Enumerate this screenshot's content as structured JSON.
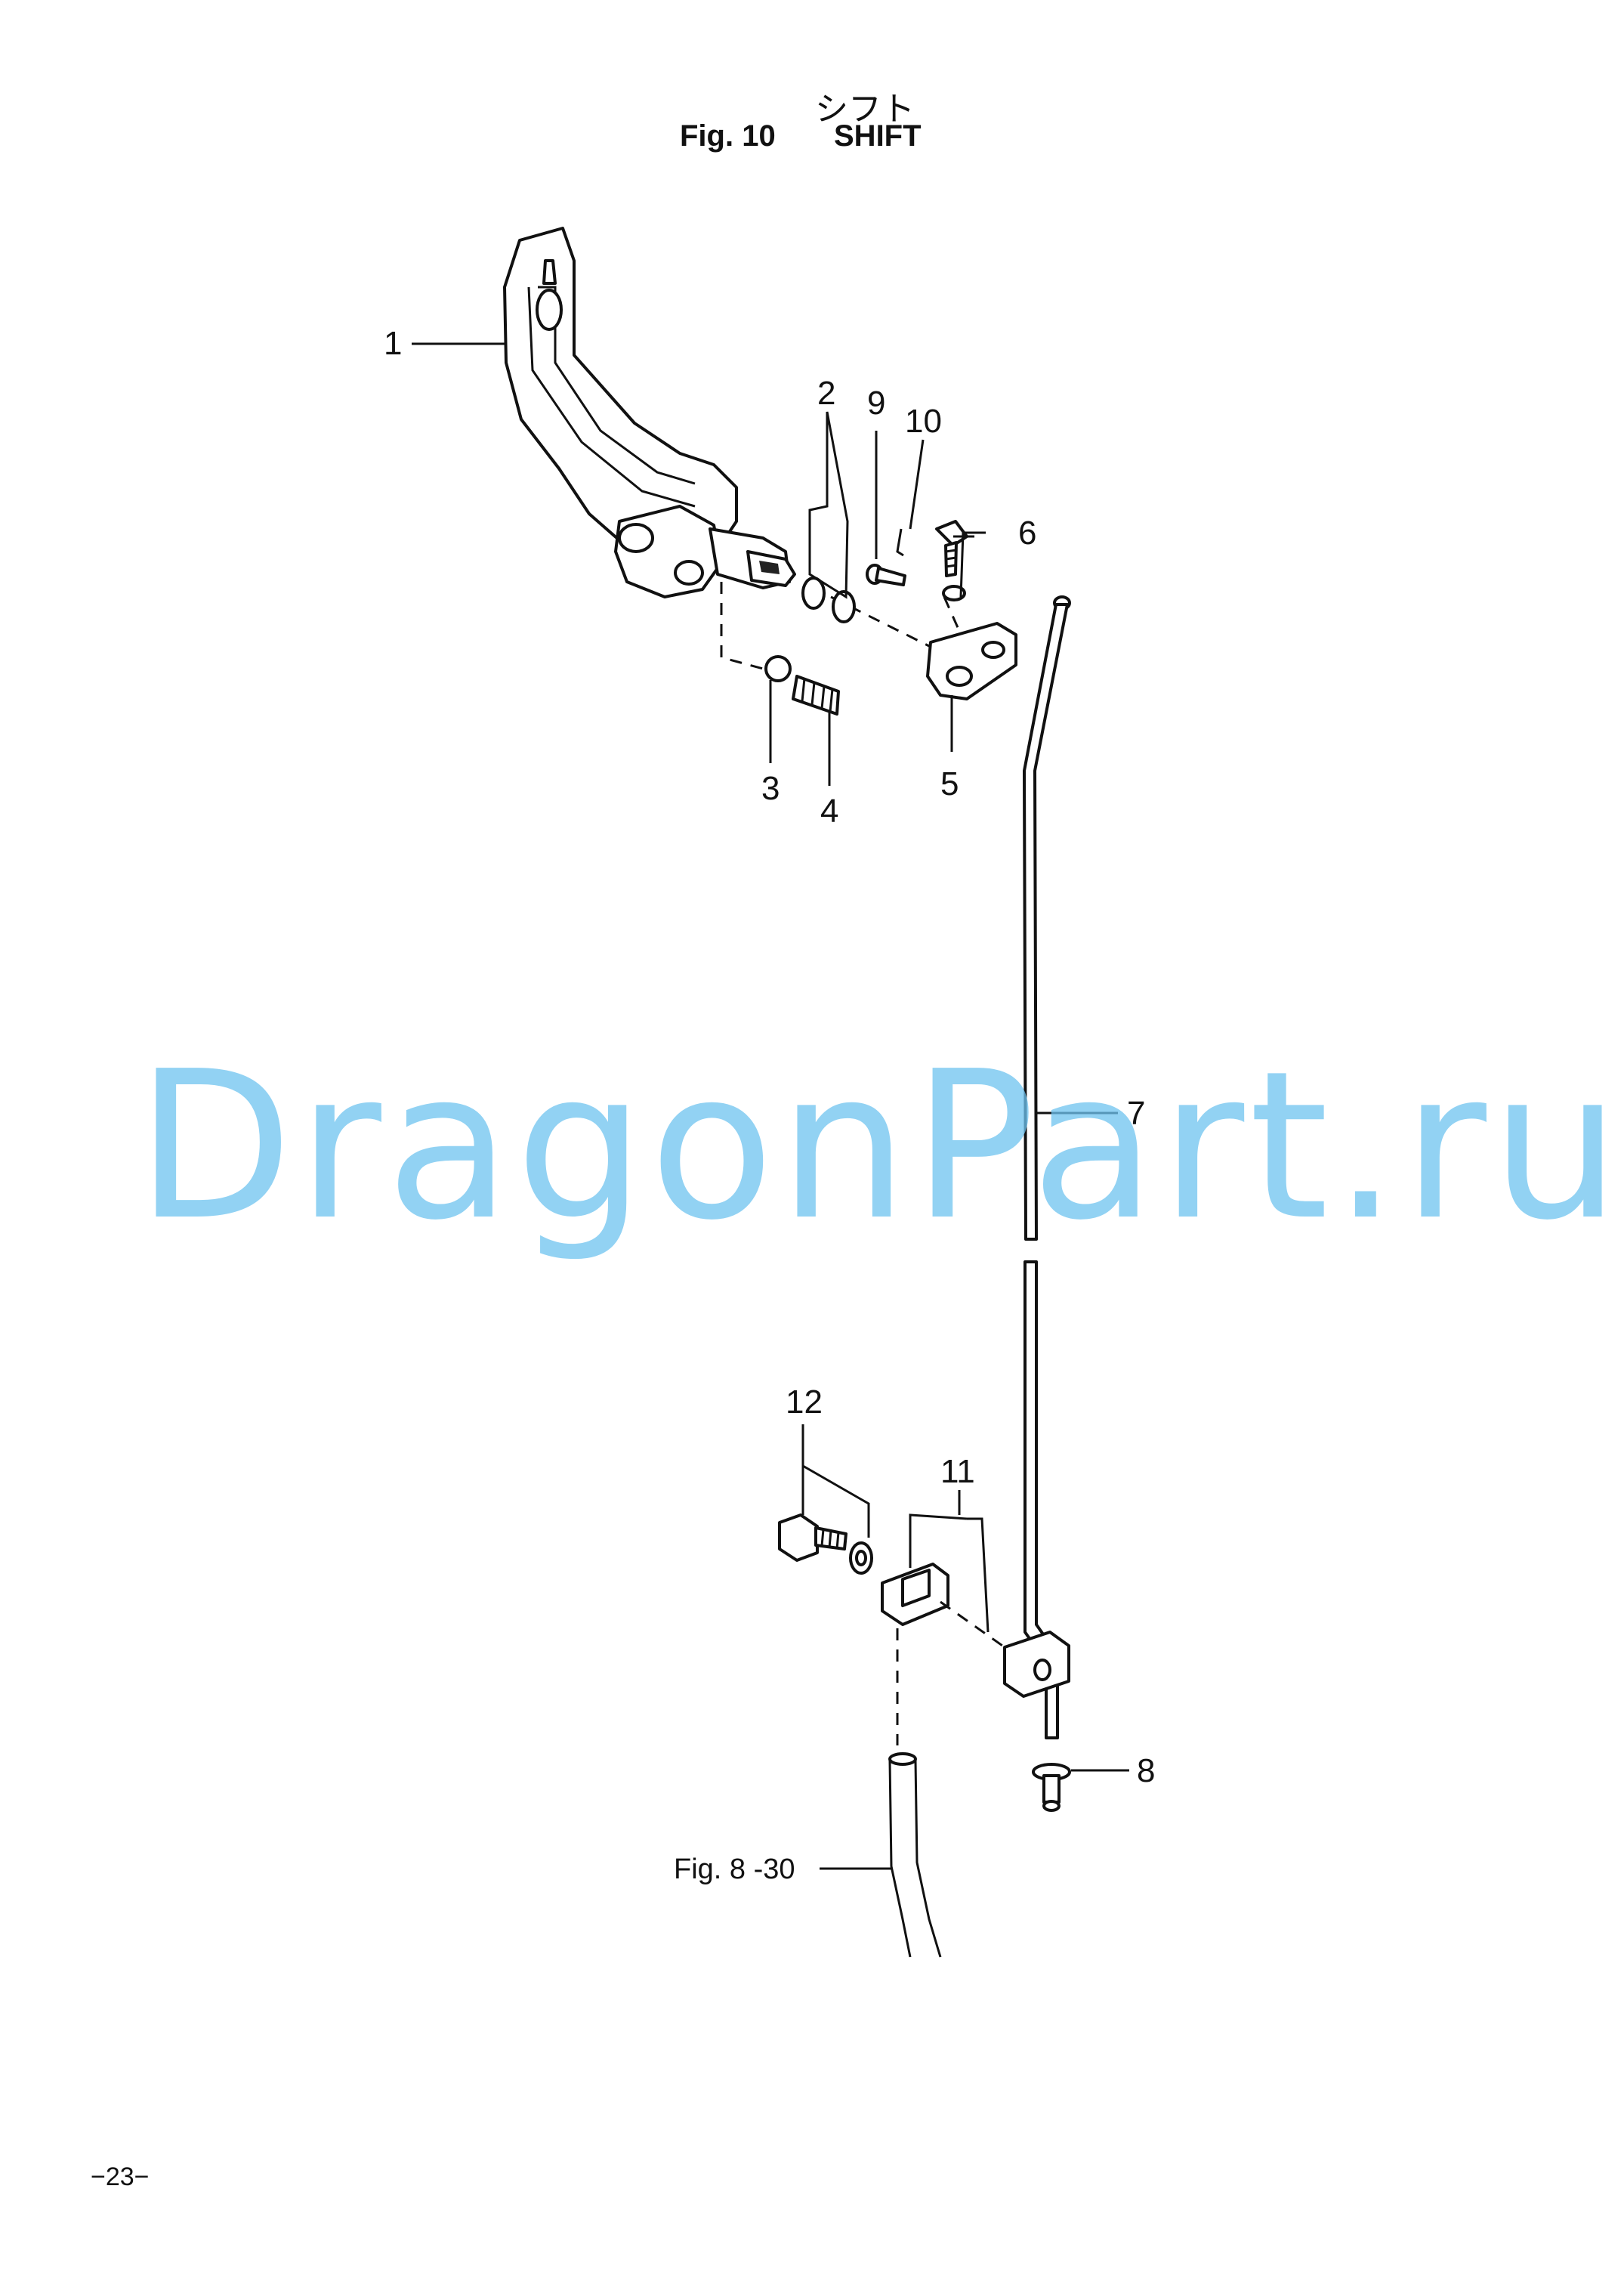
{
  "header": {
    "title_jp": "シフト",
    "figure_label": "Fig. 10",
    "figure_name": "SHIFT"
  },
  "callouts": {
    "c1": "1",
    "c2": "2",
    "c3": "3",
    "c4": "4",
    "c5": "5",
    "c6": "6",
    "c7": "7",
    "c8": "8",
    "c9": "9",
    "c10": "10",
    "c11": "11",
    "c12": "12"
  },
  "reference": {
    "label": "Fig. 8 -30"
  },
  "watermark": {
    "text": "DragonPart.ru",
    "color": "#6ec3f0"
  },
  "footer": {
    "page_number": "−23−"
  }
}
